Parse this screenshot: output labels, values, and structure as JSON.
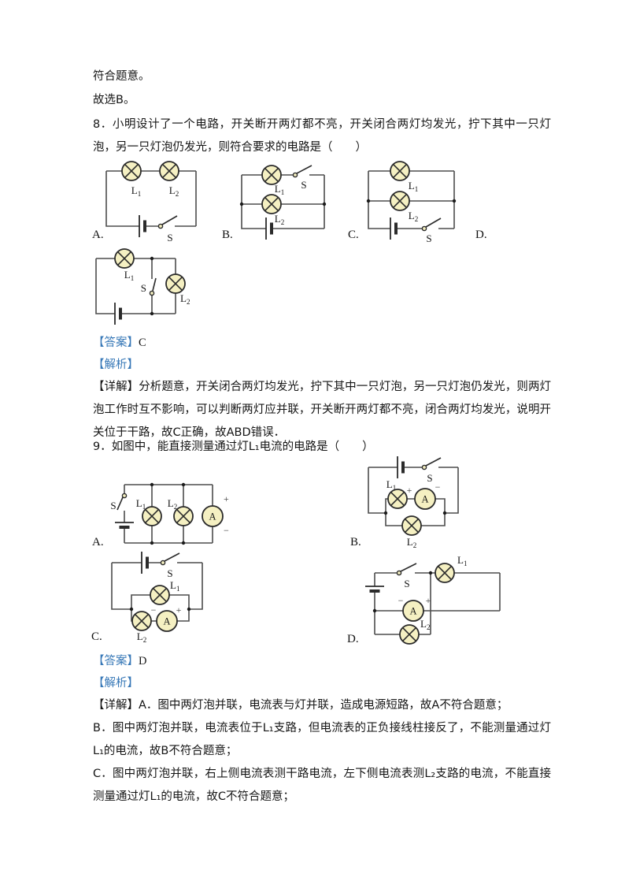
{
  "colors": {
    "accent_blue": "#3778b7",
    "lamp_fill": "#f5f0c2",
    "wire": "#4d4d4d",
    "text": "#151515"
  },
  "intro": {
    "line1": "符合题意。",
    "line2": "故选B。"
  },
  "labels": {
    "answer": "【答案】",
    "analysis": "【解析】",
    "detail": "【详解】"
  },
  "sym": {
    "l": "L",
    "sub1": "1",
    "sub2": "2",
    "s": "S",
    "a": "A",
    "plus": "+",
    "minus": "−"
  },
  "q8": {
    "stem": "8．小明设计了一个电路，开关断开两灯都不亮，开关闭合两灯均发光，拧下其中一只灯泡，另一只灯泡仍发光，则符合要求的电路是（　　）",
    "option_labels": {
      "a": "A.",
      "b": "B.",
      "c": "C.",
      "d": "D."
    },
    "answer": "C",
    "detail": "分析题意，开关闭合两灯均发光，拧下其中一只灯泡，另一只灯泡仍发光，则两灯泡工作时互不影响，可以判断两灯应并联，开关断开两灯都不亮，闭合两灯均发光，说明开关位于干路，故C正确，故ABD错误．"
  },
  "q9": {
    "stem": "9．如图中，能直接测量通过灯L₁电流的电路是（　　）",
    "option_labels": {
      "a": "A.",
      "b": "B.",
      "c": "C.",
      "d": "D."
    },
    "answer": "D",
    "detail_a": "A．图中两灯泡并联，电流表与灯并联，造成电源短路，故A不符合题意；",
    "detail_b": "B．图中两灯泡并联，电流表位于L₁支路，但电流表的正负接线柱接反了，不能测量通过灯L₁的电流，故B不符合题意；",
    "detail_c": "C．图中两灯泡并联，右上侧电流表测干路电流，左下侧电流表测L₂支路的电流，不能直接测量通过灯L₁的电流，故C不符合题意；"
  }
}
